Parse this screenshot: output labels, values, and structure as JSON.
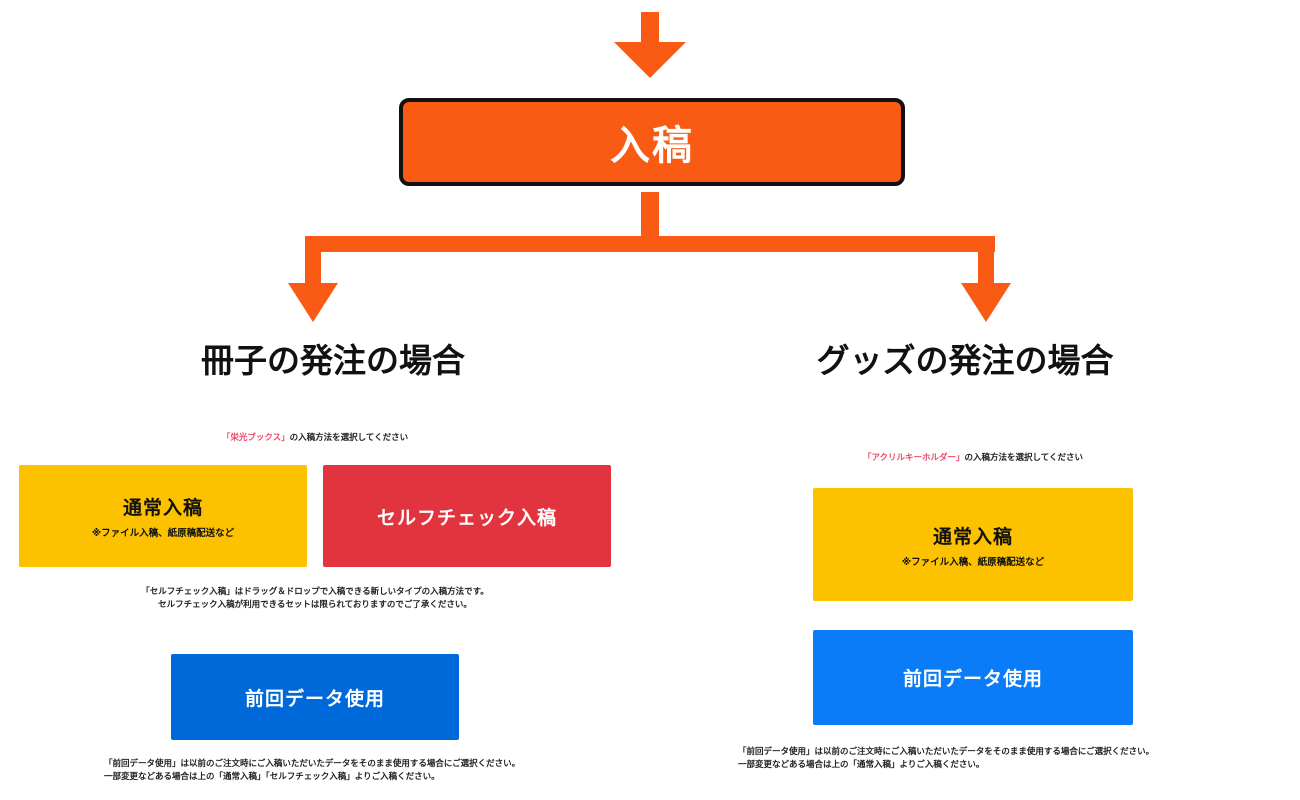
{
  "colors": {
    "flow_orange": "#fa5b14",
    "yellow": "#fcc200",
    "red": "#e2343f",
    "blue_dark": "#0069d9",
    "blue_light": "#0a7cf7",
    "highlight_pink": "#f0476a"
  },
  "main": {
    "label": "入稿"
  },
  "booklet": {
    "title": "冊子の発注の場合",
    "instruction_highlight": "「栄光ブックス」",
    "instruction_rest": "の入稿方法を選択してください",
    "normal_button": {
      "title": "通常入稿",
      "sub": "※ファイル入稿、紙原稿配送など"
    },
    "self_check_button": {
      "title": "セルフチェック入稿"
    },
    "self_check_note": {
      "line1": "「セルフチェック入稿」はドラッグ＆ドロップで入稿できる新しいタイプの入稿方法です。",
      "line2": "セルフチェック入稿が利用できるセットは限られておりますのでご了承ください。"
    },
    "previous_button": {
      "title": "前回データ使用"
    },
    "previous_note": {
      "line1": "「前回データ使用」は以前のご注文時にご入稿いただいたデータをそのまま使用する場合にご選択ください。",
      "line2": "一部変更などある場合は上の「通常入稿」「セルフチェック入稿」よりご入稿ください。"
    }
  },
  "goods": {
    "title": "グッズの発注の場合",
    "instruction_highlight": "「アクリルキーホルダー」",
    "instruction_rest": "の入稿方法を選択してください",
    "normal_button": {
      "title": "通常入稿",
      "sub": "※ファイル入稿、紙原稿配送など"
    },
    "previous_button": {
      "title": "前回データ使用"
    },
    "previous_note": {
      "line1": "「前回データ使用」は以前のご注文時にご入稿いただいたデータをそのまま使用する場合にご選択ください。",
      "line2": "一部変更などある場合は上の「通常入稿」よりご入稿ください。"
    }
  }
}
